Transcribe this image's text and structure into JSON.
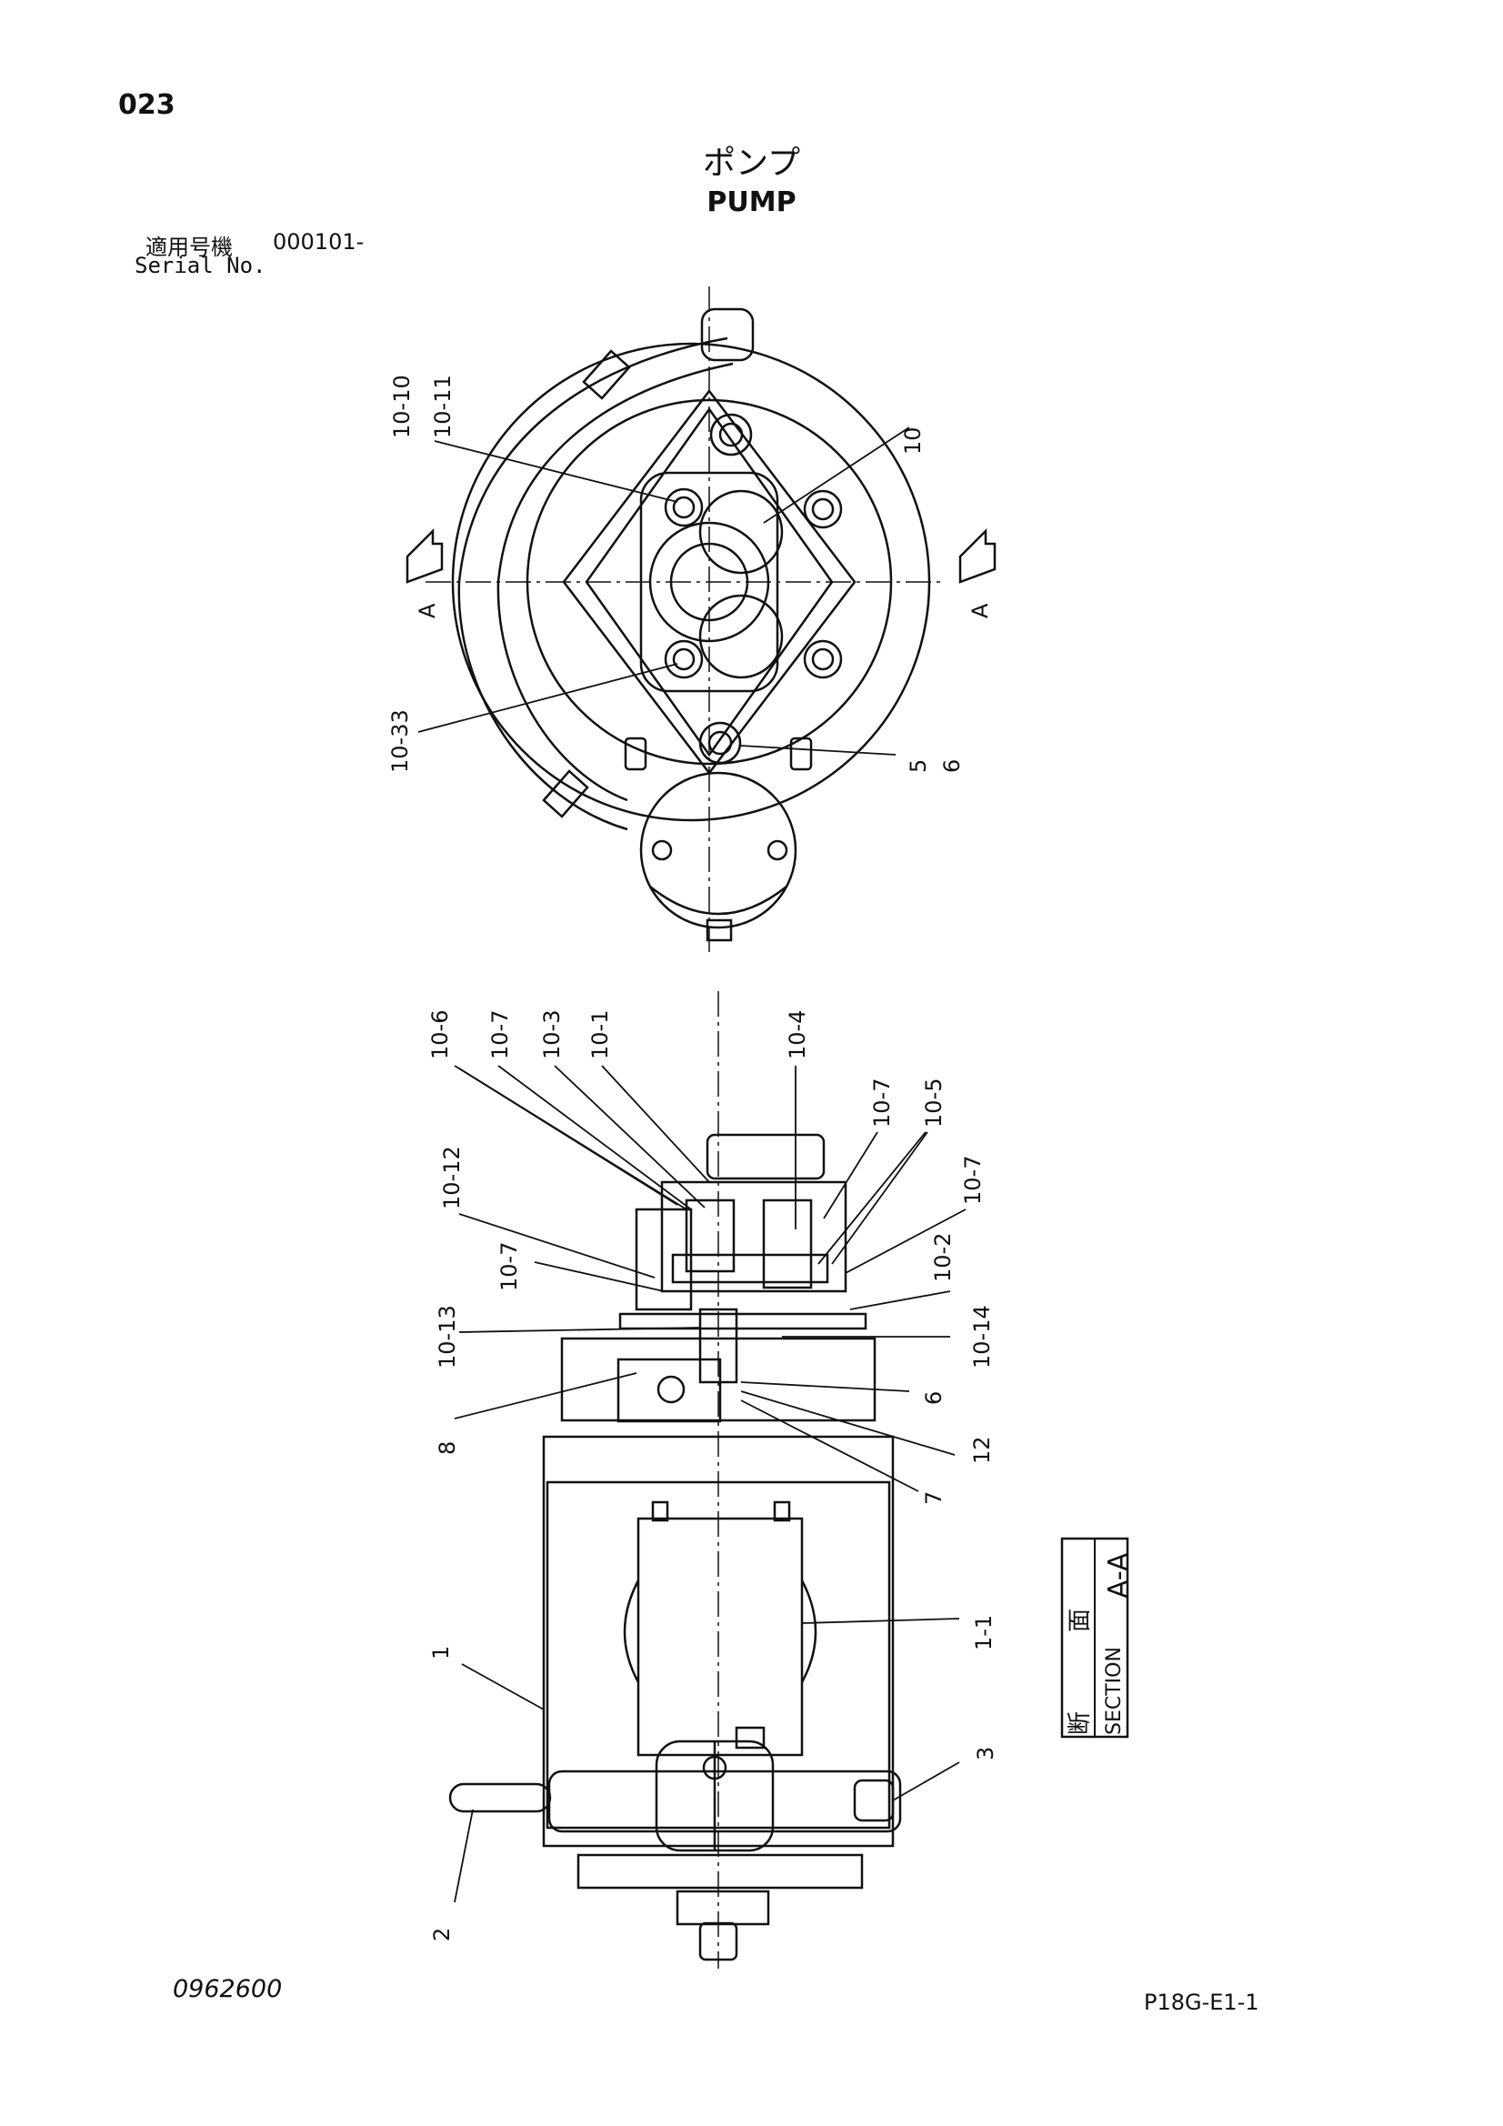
{
  "header": {
    "page_number": "023",
    "title_jp": "ポンプ",
    "title_en": "PUMP",
    "serial_label_jp": "適用号機",
    "serial_value": "000101-",
    "serial_label_en": "Serial No."
  },
  "top_view": {
    "callouts": [
      "10-10",
      "10-11",
      "10",
      "10-33",
      "5",
      "6"
    ],
    "section_marker": "A"
  },
  "section_view": {
    "callouts": [
      "10-6",
      "10-7",
      "10-3",
      "10-1",
      "10-4",
      "10-7",
      "10-5",
      "10-12",
      "10-7",
      "10-7",
      "10-2",
      "10-13",
      "10-14",
      "8",
      "6",
      "12",
      "7",
      "1",
      "1-1",
      "3",
      "2"
    ]
  },
  "section_label": {
    "jp_1": "断",
    "jp_2": "面",
    "en": "SECTION",
    "name": "A-A"
  },
  "footer": {
    "doc_code": "0962600",
    "sheet_code": "P18G-E1-1"
  }
}
